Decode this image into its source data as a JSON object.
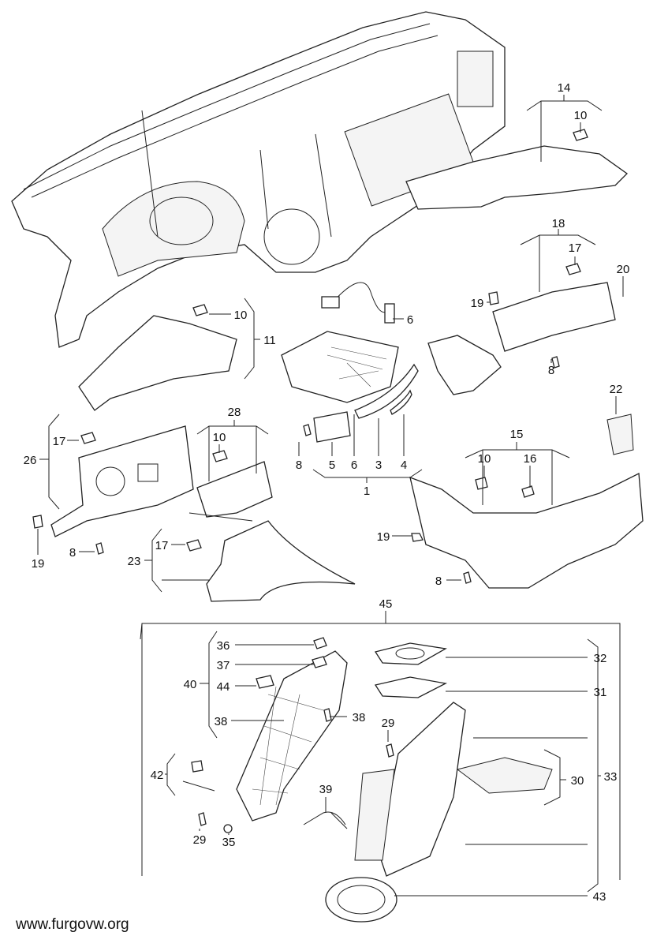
{
  "callouts": [
    "14",
    "10",
    "18",
    "17",
    "20",
    "19",
    "8",
    "22",
    "15",
    "10",
    "16",
    "19",
    "8",
    "10",
    "11",
    "6",
    "28",
    "10",
    "26",
    "17",
    "19",
    "8",
    "8",
    "5",
    "6",
    "3",
    "4",
    "1",
    "23",
    "17",
    "45",
    "36",
    "37",
    "40",
    "44",
    "38",
    "38",
    "32",
    "31",
    "29",
    "30",
    "33",
    "42",
    "39",
    "29",
    "35",
    "43"
  ],
  "watermark": "www.furgovw.org"
}
